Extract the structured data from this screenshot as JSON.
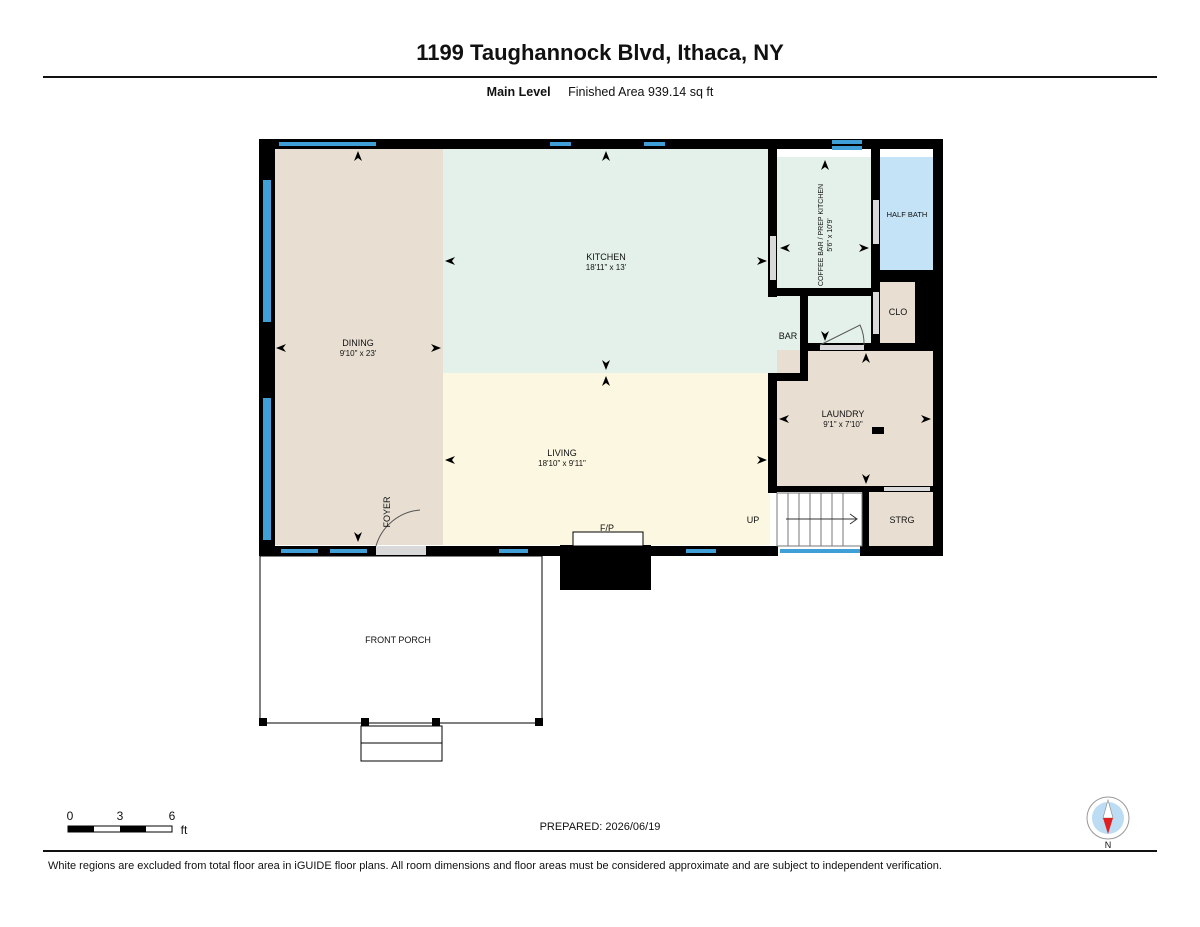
{
  "header": {
    "title": "1199 Taughannock Blvd, Ithaca, NY",
    "level_name": "Main Level",
    "finished_area": "Finished Area 939.14 sq ft"
  },
  "rooms": {
    "dining": {
      "name": "DINING",
      "dims": "9'10\" x 23'"
    },
    "kitchen": {
      "name": "KITCHEN",
      "dims": "18'11\" x 13'"
    },
    "living": {
      "name": "LIVING",
      "dims": "18'10\" x 9'11\""
    },
    "coffee_bar": {
      "name": "COFFEE BAR / PREP KITCHEN",
      "dims": "5'6\" x 10'9'"
    },
    "half_bath": {
      "name": "HALF BATH"
    },
    "clo": {
      "name": "CLO"
    },
    "bar": {
      "name": "BAR"
    },
    "laundry": {
      "name": "LAUNDRY",
      "dims": "9'1\" x 7'10\""
    },
    "strg": {
      "name": "STRG"
    },
    "foyer": {
      "name": "FOYER"
    },
    "front_porch": {
      "name": "FRONT PORCH"
    },
    "fireplace": {
      "name": "F/P"
    },
    "stairs": {
      "name": "UP"
    }
  },
  "colors": {
    "dining": "#e8dfd2",
    "kitchen": "#e4f1ea",
    "living": "#fbf7e0",
    "coffee_bar": "#e4f1ea",
    "half_bath": "#c4e3f7",
    "clo": "#e8dfd2",
    "laundry": "#e8dfd2",
    "strg": "#e8dfd2",
    "wall": "#000000",
    "window": "#3f9fd6"
  },
  "scale_bar": {
    "ticks": [
      "0",
      "3",
      "6"
    ],
    "unit": "ft"
  },
  "compass": {
    "label": "N"
  },
  "footer": {
    "prepared": "PREPARED: 2026/06/19",
    "disclaimer": "White regions are excluded from total floor area in iGUIDE floor plans. All room dimensions and floor areas must be considered approximate and are subject to independent verification."
  }
}
